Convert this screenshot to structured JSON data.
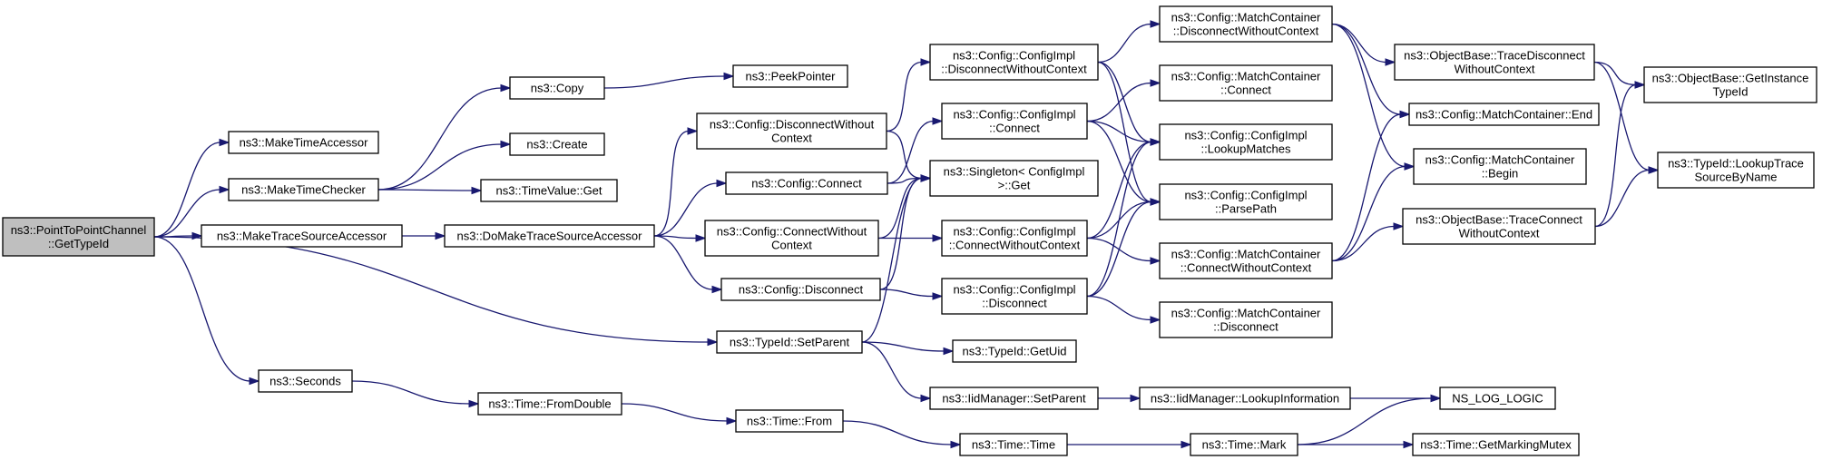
{
  "diagram": {
    "type": "call-graph",
    "edge_color": "#191970",
    "root_fill": "#bfbfbf",
    "node_fill": "#ffffff",
    "nodes": [
      {
        "id": "root",
        "lines": [
          "ns3::PointToPointChannel",
          "::GetTypeId"
        ]
      },
      {
        "id": "makeTimeAccessor",
        "lines": [
          "ns3::MakeTimeAccessor"
        ]
      },
      {
        "id": "makeTimeChecker",
        "lines": [
          "ns3::MakeTimeChecker"
        ]
      },
      {
        "id": "makeTraceSourceAccessor",
        "lines": [
          "ns3::MakeTraceSourceAccessor"
        ]
      },
      {
        "id": "seconds",
        "lines": [
          "ns3::Seconds"
        ]
      },
      {
        "id": "copy",
        "lines": [
          "ns3::Copy"
        ]
      },
      {
        "id": "create",
        "lines": [
          "ns3::Create"
        ]
      },
      {
        "id": "timeValueGet",
        "lines": [
          "ns3::TimeValue::Get"
        ]
      },
      {
        "id": "doMakeTraceSourceAccessor",
        "lines": [
          "ns3::DoMakeTraceSourceAccessor"
        ]
      },
      {
        "id": "fromDouble",
        "lines": [
          "ns3::Time::FromDouble"
        ]
      },
      {
        "id": "peekPointer",
        "lines": [
          "ns3::PeekPointer"
        ]
      },
      {
        "id": "cfgDisconnectWithoutContext",
        "lines": [
          "ns3::Config::DisconnectWithout",
          "Context"
        ]
      },
      {
        "id": "cfgConnect",
        "lines": [
          "ns3::Config::Connect"
        ]
      },
      {
        "id": "cfgConnectWithoutContext",
        "lines": [
          "ns3::Config::ConnectWithout",
          "Context"
        ]
      },
      {
        "id": "cfgDisconnect",
        "lines": [
          "ns3::Config::Disconnect"
        ]
      },
      {
        "id": "typeIdSetParent",
        "lines": [
          "ns3::TypeId::SetParent"
        ]
      },
      {
        "id": "timeFrom",
        "lines": [
          "ns3::Time::From"
        ]
      },
      {
        "id": "implDisconnectWithoutContext",
        "lines": [
          "ns3::Config::ConfigImpl",
          "::DisconnectWithoutContext"
        ]
      },
      {
        "id": "implConnect",
        "lines": [
          "ns3::Config::ConfigImpl",
          "::Connect"
        ]
      },
      {
        "id": "singletonGet",
        "lines": [
          "ns3::Singleton< ConfigImpl",
          ">::Get"
        ]
      },
      {
        "id": "implConnectWithoutContext",
        "lines": [
          "ns3::Config::ConfigImpl",
          "::ConnectWithoutContext"
        ]
      },
      {
        "id": "implDisconnect",
        "lines": [
          "ns3::Config::ConfigImpl",
          "::Disconnect"
        ]
      },
      {
        "id": "typeIdGetUid",
        "lines": [
          "ns3::TypeId::GetUid"
        ]
      },
      {
        "id": "iidSetParent",
        "lines": [
          "ns3::IidManager::SetParent"
        ]
      },
      {
        "id": "timeTime",
        "lines": [
          "ns3::Time::Time"
        ]
      },
      {
        "id": "mcDisconnectWithoutContext",
        "lines": [
          "ns3::Config::MatchContainer",
          "::DisconnectWithoutContext"
        ]
      },
      {
        "id": "mcConnect",
        "lines": [
          "ns3::Config::MatchContainer",
          "::Connect"
        ]
      },
      {
        "id": "lookupMatches",
        "lines": [
          "ns3::Config::ConfigImpl",
          "::LookupMatches"
        ]
      },
      {
        "id": "parsePath",
        "lines": [
          "ns3::Config::ConfigImpl",
          "::ParsePath"
        ]
      },
      {
        "id": "mcConnectWithoutContext",
        "lines": [
          "ns3::Config::MatchContainer",
          "::ConnectWithoutContext"
        ]
      },
      {
        "id": "mcDisconnect",
        "lines": [
          "ns3::Config::MatchContainer",
          "::Disconnect"
        ]
      },
      {
        "id": "iidLookupInformation",
        "lines": [
          "ns3::IidManager::LookupInformation"
        ]
      },
      {
        "id": "timeMark",
        "lines": [
          "ns3::Time::Mark"
        ]
      },
      {
        "id": "obTraceDisconnect",
        "lines": [
          "ns3::ObjectBase::TraceDisconnect",
          "WithoutContext"
        ]
      },
      {
        "id": "mcEnd",
        "lines": [
          "ns3::Config::MatchContainer::End"
        ]
      },
      {
        "id": "mcBegin",
        "lines": [
          "ns3::Config::MatchContainer",
          "::Begin"
        ]
      },
      {
        "id": "obTraceConnect",
        "lines": [
          "ns3::ObjectBase::TraceConnect",
          "WithoutContext"
        ]
      },
      {
        "id": "nsLogLogic",
        "lines": [
          "NS_LOG_LOGIC"
        ]
      },
      {
        "id": "getMarkingMutex",
        "lines": [
          "ns3::Time::GetMarkingMutex"
        ]
      },
      {
        "id": "obGetInstanceTypeId",
        "lines": [
          "ns3::ObjectBase::GetInstance",
          "TypeId"
        ]
      },
      {
        "id": "lookupTraceSourceByName",
        "lines": [
          "ns3::TypeId::LookupTrace",
          "SourceByName"
        ]
      }
    ],
    "edges": [
      [
        "root",
        "makeTimeAccessor"
      ],
      [
        "root",
        "makeTimeChecker"
      ],
      [
        "root",
        "makeTraceSourceAccessor"
      ],
      [
        "root",
        "typeIdSetParent"
      ],
      [
        "root",
        "seconds"
      ],
      [
        "makeTimeChecker",
        "copy"
      ],
      [
        "makeTimeChecker",
        "create"
      ],
      [
        "makeTimeChecker",
        "timeValueGet"
      ],
      [
        "makeTraceSourceAccessor",
        "doMakeTraceSourceAccessor"
      ],
      [
        "copy",
        "peekPointer"
      ],
      [
        "doMakeTraceSourceAccessor",
        "cfgDisconnectWithoutContext"
      ],
      [
        "doMakeTraceSourceAccessor",
        "cfgConnect"
      ],
      [
        "doMakeTraceSourceAccessor",
        "cfgConnectWithoutContext"
      ],
      [
        "doMakeTraceSourceAccessor",
        "cfgDisconnect"
      ],
      [
        "seconds",
        "fromDouble"
      ],
      [
        "fromDouble",
        "timeFrom"
      ],
      [
        "timeFrom",
        "timeTime"
      ],
      [
        "cfgDisconnectWithoutContext",
        "implDisconnectWithoutContext"
      ],
      [
        "cfgDisconnectWithoutContext",
        "singletonGet"
      ],
      [
        "cfgConnect",
        "implConnect"
      ],
      [
        "cfgConnect",
        "singletonGet"
      ],
      [
        "cfgConnectWithoutContext",
        "implConnectWithoutContext"
      ],
      [
        "cfgConnectWithoutContext",
        "singletonGet"
      ],
      [
        "cfgDisconnect",
        "implDisconnect"
      ],
      [
        "cfgDisconnect",
        "singletonGet"
      ],
      [
        "typeIdSetParent",
        "singletonGet"
      ],
      [
        "typeIdSetParent",
        "typeIdGetUid"
      ],
      [
        "typeIdSetParent",
        "iidSetParent"
      ],
      [
        "implDisconnectWithoutContext",
        "mcDisconnectWithoutContext"
      ],
      [
        "implDisconnectWithoutContext",
        "lookupMatches"
      ],
      [
        "implDisconnectWithoutContext",
        "parsePath"
      ],
      [
        "implConnect",
        "mcConnect"
      ],
      [
        "implConnect",
        "lookupMatches"
      ],
      [
        "implConnect",
        "parsePath"
      ],
      [
        "implConnectWithoutContext",
        "mcConnectWithoutContext"
      ],
      [
        "implConnectWithoutContext",
        "lookupMatches"
      ],
      [
        "implConnectWithoutContext",
        "parsePath"
      ],
      [
        "implDisconnect",
        "mcDisconnect"
      ],
      [
        "implDisconnect",
        "lookupMatches"
      ],
      [
        "implDisconnect",
        "parsePath"
      ],
      [
        "iidSetParent",
        "iidLookupInformation"
      ],
      [
        "iidLookupInformation",
        "nsLogLogic"
      ],
      [
        "timeTime",
        "timeMark"
      ],
      [
        "timeMark",
        "nsLogLogic"
      ],
      [
        "timeMark",
        "getMarkingMutex"
      ],
      [
        "mcDisconnectWithoutContext",
        "obTraceDisconnect"
      ],
      [
        "mcDisconnectWithoutContext",
        "mcEnd"
      ],
      [
        "mcDisconnectWithoutContext",
        "mcBegin"
      ],
      [
        "mcConnectWithoutContext",
        "obTraceConnect"
      ],
      [
        "mcConnectWithoutContext",
        "mcEnd"
      ],
      [
        "mcConnectWithoutContext",
        "mcBegin"
      ],
      [
        "obTraceDisconnect",
        "obGetInstanceTypeId"
      ],
      [
        "obTraceDisconnect",
        "lookupTraceSourceByName"
      ],
      [
        "obTraceConnect",
        "obGetInstanceTypeId"
      ],
      [
        "obTraceConnect",
        "lookupTraceSourceByName"
      ]
    ]
  }
}
